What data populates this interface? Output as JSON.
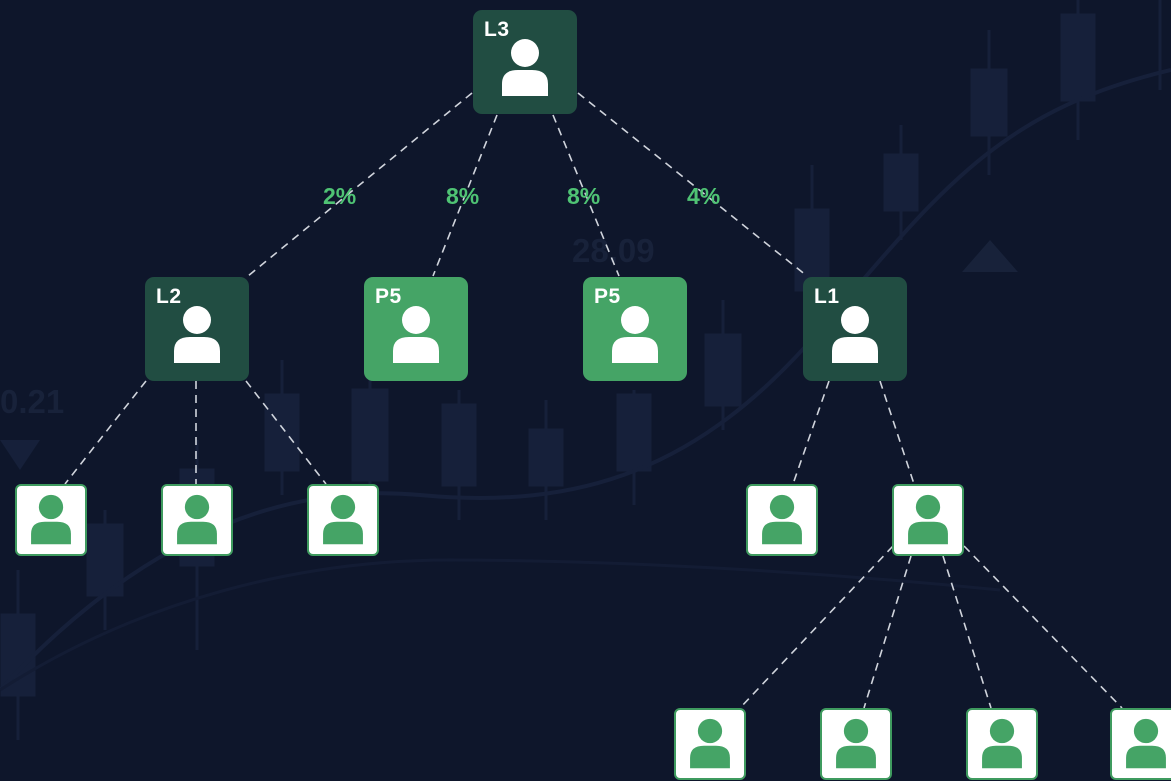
{
  "colors": {
    "background": "#0e162b",
    "dark_node": "#214d42",
    "green_node": "#45a466",
    "white_node": "#ffffff",
    "percent_text": "#4fc374",
    "connector": "#d0d4dc"
  },
  "background_numbers": [
    "28.09",
    "0.21"
  ],
  "nodes": {
    "root": {
      "label": "L3",
      "icon": "user-icon"
    },
    "l2": {
      "label": "L2",
      "icon": "user-icon"
    },
    "p5_left": {
      "label": "P5",
      "icon": "user-icon"
    },
    "p5_right": {
      "label": "P5",
      "icon": "user-icon"
    },
    "l1": {
      "label": "L1",
      "icon": "user-icon"
    }
  },
  "percentages": {
    "l2": "2%",
    "p5_left": "8%",
    "p5_right": "8%",
    "l1": "4%"
  }
}
